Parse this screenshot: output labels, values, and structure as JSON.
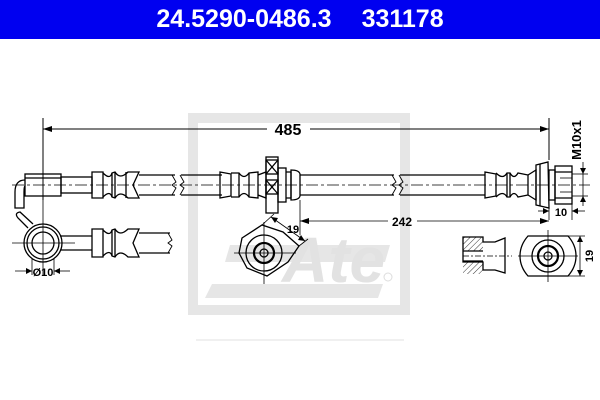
{
  "header": {
    "part_number": "24.5290-0486.3",
    "reference_number": "331178",
    "background_color": "#0000f0",
    "text_color": "#ffffff"
  },
  "drawing": {
    "subject": "brake-hose",
    "dimensions": {
      "overall_length": "485",
      "fitting_offset": "242",
      "thread": "M10x1",
      "thread_length": "10",
      "banjo_diameter": "Ø10",
      "center_hex_width": "19",
      "end_hex_width": "19"
    },
    "watermark": {
      "brand": "Ate",
      "registered_mark": "®",
      "color": "#e4e4e4"
    }
  }
}
